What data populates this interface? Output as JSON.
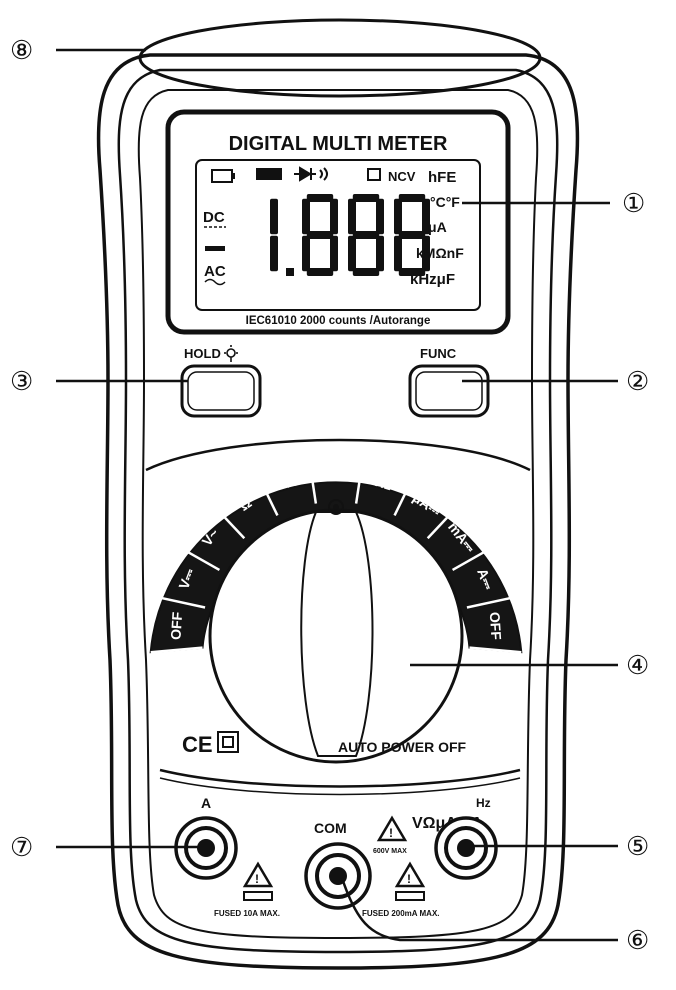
{
  "meter": {
    "title": "DIGITAL MULTI METER",
    "display_reading": "1.888",
    "lcd_top_indicators": [
      "NCV",
      "hFE"
    ],
    "lcd_left_indicators": [
      "DC",
      "AC"
    ],
    "lcd_right_units": [
      "°C°F",
      "μA",
      "kMΩnF",
      "kHzμF"
    ],
    "footer": "IEC61010 2000 counts /Autorange",
    "buttons": {
      "hold": "HOLD",
      "func": "FUNC"
    },
    "dial_positions": [
      "OFF",
      "V⎓",
      "V~",
      "Ω",
      "→⦁",
      "NCV",
      "Hz",
      "μA⎓",
      "mA⎓",
      "A⎓",
      "OFF"
    ],
    "marks": {
      "ce": "CE",
      "auto_power_off": "AUTO POWER OFF"
    },
    "jacks": {
      "a_label": "A",
      "com_label": "COM",
      "v_label": "VΩμAmA",
      "hz_label": "Hz",
      "fuse_left": "FUSED 10A MAX.",
      "fuse_right": "FUSED 200mA MAX.",
      "max_voltage": "600V MAX"
    },
    "colors": {
      "outline": "#111111",
      "background": "#ffffff",
      "dial_band": "#151515"
    }
  },
  "callouts": [
    {
      "id": "1",
      "label": "①"
    },
    {
      "id": "2",
      "label": "②"
    },
    {
      "id": "3",
      "label": "③"
    },
    {
      "id": "4",
      "label": "④"
    },
    {
      "id": "5",
      "label": "⑤"
    },
    {
      "id": "6",
      "label": "⑥"
    },
    {
      "id": "7",
      "label": "⑦"
    },
    {
      "id": "8",
      "label": "⑧"
    }
  ]
}
